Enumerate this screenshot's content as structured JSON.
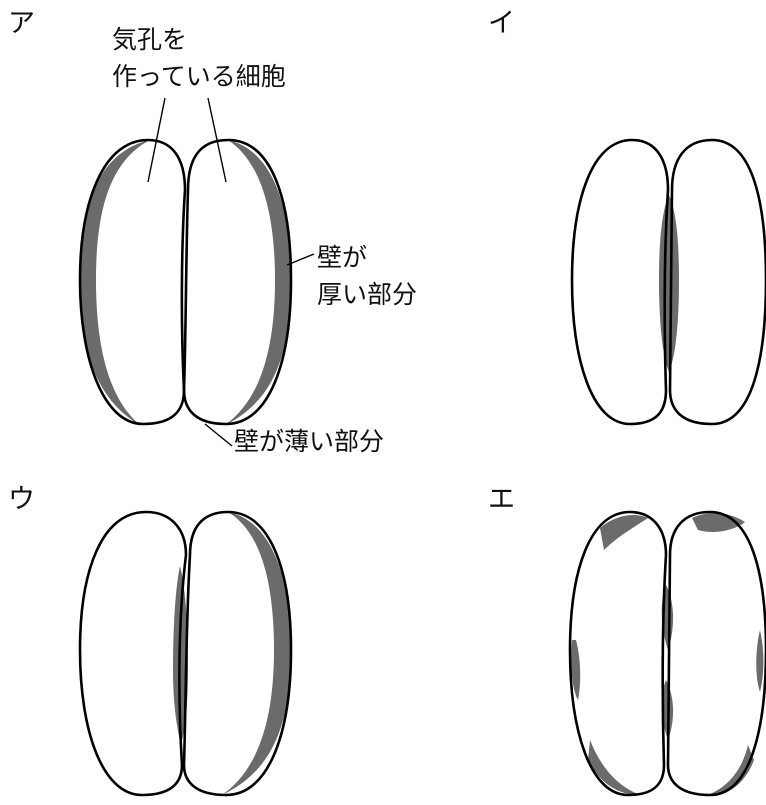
{
  "panels": {
    "a": {
      "letter": "ア"
    },
    "i": {
      "letter": "イ"
    },
    "u": {
      "letter": "ウ"
    },
    "e": {
      "letter": "エ"
    }
  },
  "annotations": {
    "guard_cells_line1": "気孔を",
    "guard_cells_line2": "作っている細胞",
    "thick_wall_line1": "壁が",
    "thick_wall_line2": "厚い部分",
    "thin_wall": "壁が薄い部分"
  },
  "colors": {
    "thick_wall": "#6b6b6b",
    "outline": "#000000"
  }
}
